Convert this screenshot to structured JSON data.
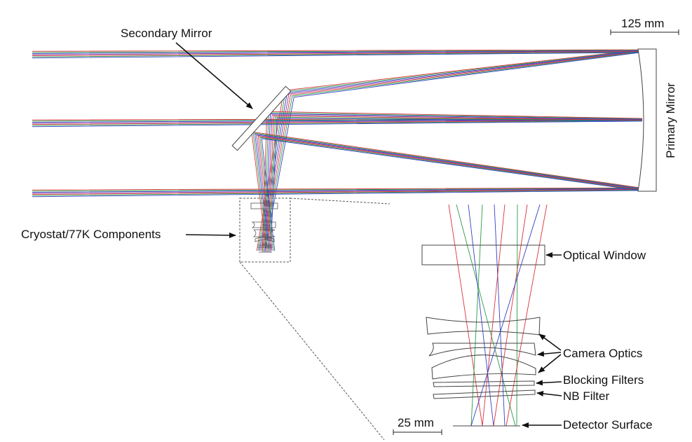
{
  "labels": {
    "secondary_mirror": "Secondary Mirror",
    "primary_mirror": "Primary Mirror",
    "cryostat": "Cryostat/77K Components",
    "optical_window": "Optical Window",
    "camera_optics": "Camera Optics",
    "blocking_filters": "Blocking Filters",
    "nb_filter": "NB Filter",
    "detector_surface": "Detector Surface"
  },
  "scale_bars": {
    "main": "125 mm",
    "inset": "25 mm"
  },
  "colors": {
    "ray_red": "#d9333a",
    "ray_green": "#2c9a45",
    "ray_blue": "#3340c8",
    "ray_purple": "#8a3a9a",
    "outline": "#444444"
  }
}
